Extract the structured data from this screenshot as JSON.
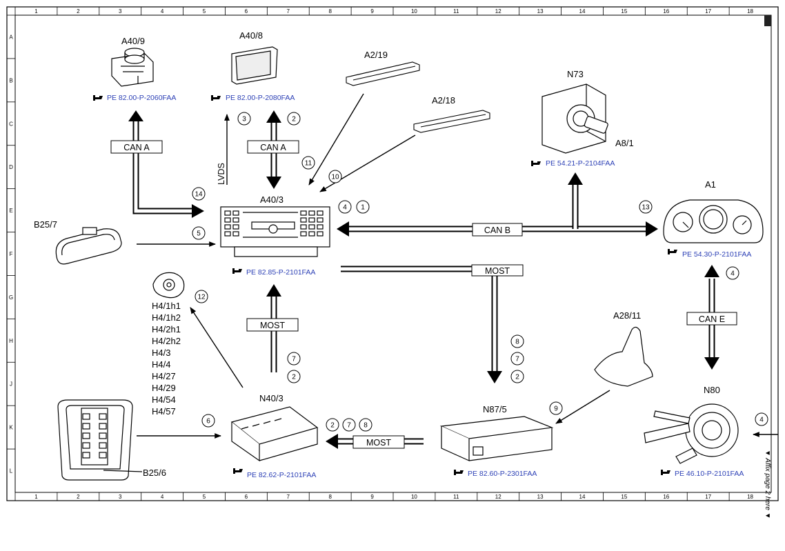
{
  "grid": {
    "columns": [
      "1",
      "2",
      "3",
      "4",
      "5",
      "6",
      "7",
      "8",
      "9",
      "10",
      "11",
      "12",
      "13",
      "14",
      "15",
      "16",
      "17",
      "18"
    ],
    "rows": [
      "A",
      "B",
      "C",
      "D",
      "E",
      "F",
      "G",
      "H",
      "J",
      "K",
      "L"
    ]
  },
  "components": {
    "a40_9": {
      "label": "A40/9",
      "ref": "PE 82.00-P-2060FAA"
    },
    "a40_8": {
      "label": "A40/8",
      "ref": "PE 82.00-P-2080FAA"
    },
    "a2_19": {
      "label": "A2/19"
    },
    "a2_18": {
      "label": "A2/18"
    },
    "n73": {
      "label": "N73",
      "ref": "PE 54.21-P-2104FAA"
    },
    "a8_1": {
      "label": "A8/1"
    },
    "a1": {
      "label": "A1",
      "ref": "PE 54.30-P-2101FAA"
    },
    "b25_7": {
      "label": "B25/7"
    },
    "a40_3": {
      "label": "A40/3",
      "ref": "PE 82.85-P-2101FAA"
    },
    "h4": {
      "labels": [
        "H4/1h1",
        "H4/1h2",
        "H4/2h1",
        "H4/2h2",
        "H4/3",
        "H4/4",
        "H4/27",
        "H4/29",
        "H4/54",
        "H4/57"
      ]
    },
    "a28_11": {
      "label": "A28/11"
    },
    "n80": {
      "label": "N80",
      "ref": "PE 46.10-P-2101FAA"
    },
    "n40_3": {
      "label": "N40/3",
      "ref": "PE 82.62-P-2101FAA"
    },
    "n87_5": {
      "label": "N87/5",
      "ref": "PE 82.60-P-2301FAA"
    },
    "b25_6": {
      "label": "B25/6"
    }
  },
  "buses": {
    "can_a_left": "CAN A",
    "can_a_right": "CAN A",
    "lvds": "LVDS",
    "can_b": "CAN B",
    "most_right": "MOST",
    "most_center": "MOST",
    "most_bottom": "MOST",
    "can_e": "CAN E"
  },
  "markers": {
    "m14": "14",
    "m3": "3",
    "m2_top": "2",
    "m11": "11",
    "m10": "10",
    "m4_top": "4",
    "m1": "1",
    "m13": "13",
    "m5": "5",
    "m12": "12",
    "m4_right": "4",
    "m8_mid": "8",
    "m7_mid": "7",
    "m2_mid": "2",
    "m7_left": "7",
    "m2_left": "2",
    "m9": "9",
    "m6": "6",
    "m2_bot": "2",
    "m7_bot": "7",
    "m8_bot": "8",
    "m4_edge": "4"
  },
  "side_note": "▼ Affix page 2 here ▼",
  "colors": {
    "reference_text": "#2b3fb5",
    "line": "#000000"
  }
}
